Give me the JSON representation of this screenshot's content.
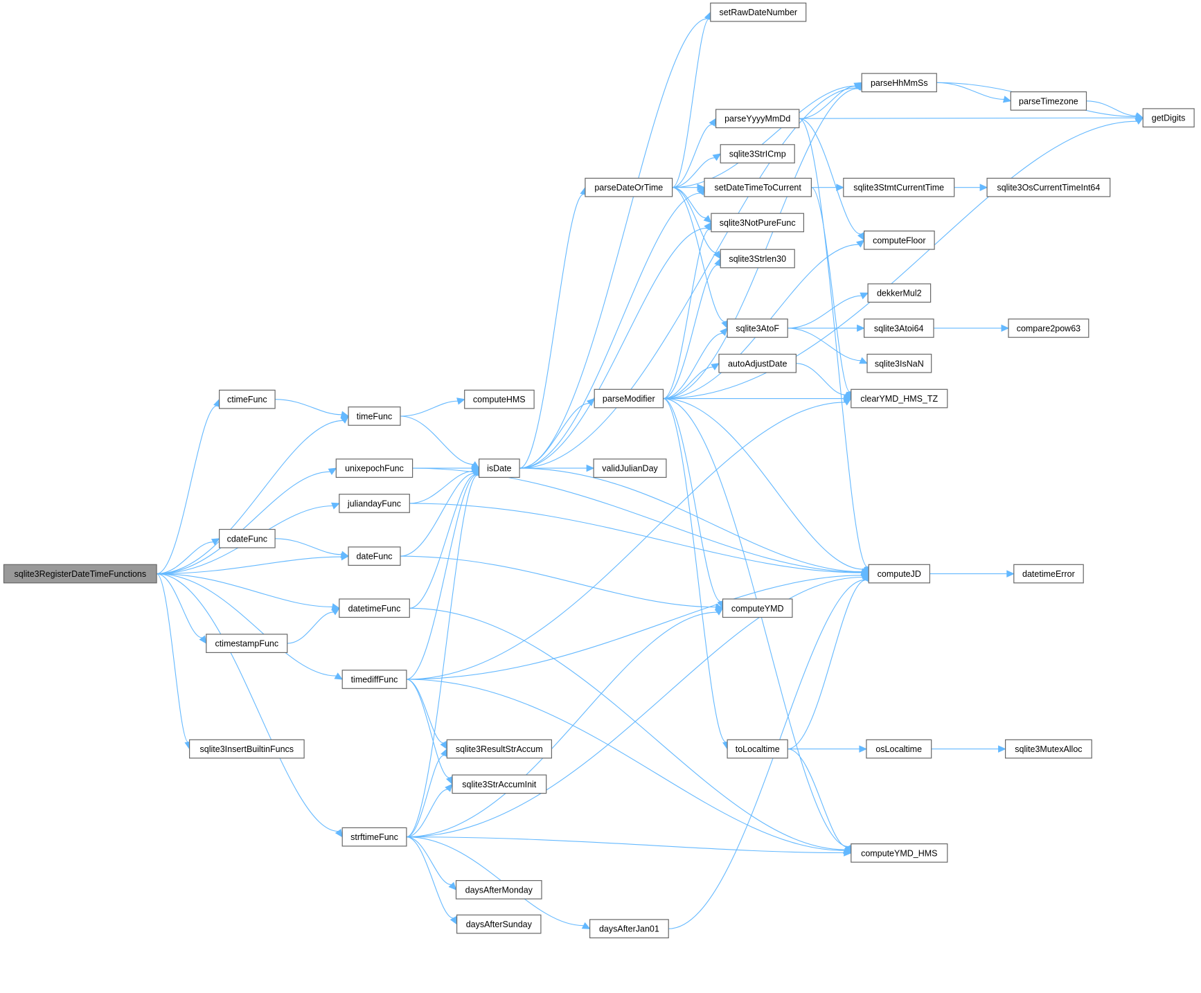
{
  "diagram": {
    "root": "sqlite3RegisterDateTimeFunctions",
    "nodes": [
      {
        "id": "sqlite3RegisterDateTimeFunctions",
        "label": "sqlite3RegisterDateTimeFunctions"
      },
      {
        "id": "ctimeFunc",
        "label": "ctimeFunc"
      },
      {
        "id": "timeFunc",
        "label": "timeFunc"
      },
      {
        "id": "computeHMS",
        "label": "computeHMS"
      },
      {
        "id": "unixepochFunc",
        "label": "unixepochFunc"
      },
      {
        "id": "juliandayFunc",
        "label": "juliandayFunc"
      },
      {
        "id": "cdateFunc",
        "label": "cdateFunc"
      },
      {
        "id": "dateFunc",
        "label": "dateFunc"
      },
      {
        "id": "datetimeFunc",
        "label": "datetimeFunc"
      },
      {
        "id": "ctimestampFunc",
        "label": "ctimestampFunc"
      },
      {
        "id": "timediffFunc",
        "label": "timediffFunc"
      },
      {
        "id": "sqlite3InsertBuiltinFuncs",
        "label": "sqlite3InsertBuiltinFuncs"
      },
      {
        "id": "strftimeFunc",
        "label": "strftimeFunc"
      },
      {
        "id": "isDate",
        "label": "isDate"
      },
      {
        "id": "validJulianDay",
        "label": "validJulianDay"
      },
      {
        "id": "sqlite3ResultStrAccum",
        "label": "sqlite3ResultStrAccum"
      },
      {
        "id": "sqlite3StrAccumInit",
        "label": "sqlite3StrAccumInit"
      },
      {
        "id": "daysAfterMonday",
        "label": "daysAfterMonday"
      },
      {
        "id": "daysAfterSunday",
        "label": "daysAfterSunday"
      },
      {
        "id": "daysAfterJan01",
        "label": "daysAfterJan01"
      },
      {
        "id": "parseDateOrTime",
        "label": "parseDateOrTime"
      },
      {
        "id": "parseModifier",
        "label": "parseModifier"
      },
      {
        "id": "setRawDateNumber",
        "label": "setRawDateNumber"
      },
      {
        "id": "parseYyyyMmDd",
        "label": "parseYyyyMmDd"
      },
      {
        "id": "sqlite3StrICmp",
        "label": "sqlite3StrICmp"
      },
      {
        "id": "setDateTimeToCurrent",
        "label": "setDateTimeToCurrent"
      },
      {
        "id": "sqlite3NotPureFunc",
        "label": "sqlite3NotPureFunc"
      },
      {
        "id": "sqlite3Strlen30",
        "label": "sqlite3Strlen30"
      },
      {
        "id": "sqlite3AtoF",
        "label": "sqlite3AtoF"
      },
      {
        "id": "autoAdjustDate",
        "label": "autoAdjustDate"
      },
      {
        "id": "computeYMD",
        "label": "computeYMD"
      },
      {
        "id": "toLocaltime",
        "label": "toLocaltime"
      },
      {
        "id": "parseHhMmSs",
        "label": "parseHhMmSs"
      },
      {
        "id": "parseTimezone",
        "label": "parseTimezone"
      },
      {
        "id": "getDigits",
        "label": "getDigits"
      },
      {
        "id": "sqlite3StmtCurrentTime",
        "label": "sqlite3StmtCurrentTime"
      },
      {
        "id": "sqlite3OsCurrentTimeInt64",
        "label": "sqlite3OsCurrentTimeInt64"
      },
      {
        "id": "computeFloor",
        "label": "computeFloor"
      },
      {
        "id": "dekkerMul2",
        "label": "dekkerMul2"
      },
      {
        "id": "sqlite3Atoi64",
        "label": "sqlite3Atoi64"
      },
      {
        "id": "compare2pow63",
        "label": "compare2pow63"
      },
      {
        "id": "sqlite3IsNaN",
        "label": "sqlite3IsNaN"
      },
      {
        "id": "clearYMD_HMS_TZ",
        "label": "clearYMD_HMS_TZ"
      },
      {
        "id": "computeJD",
        "label": "computeJD"
      },
      {
        "id": "datetimeError",
        "label": "datetimeError"
      },
      {
        "id": "osLocaltime",
        "label": "osLocaltime"
      },
      {
        "id": "sqlite3MutexAlloc",
        "label": "sqlite3MutexAlloc"
      },
      {
        "id": "computeYMD_HMS",
        "label": "computeYMD_HMS"
      }
    ],
    "edges": [
      [
        "sqlite3RegisterDateTimeFunctions",
        "ctimeFunc"
      ],
      [
        "sqlite3RegisterDateTimeFunctions",
        "timeFunc"
      ],
      [
        "sqlite3RegisterDateTimeFunctions",
        "unixepochFunc"
      ],
      [
        "sqlite3RegisterDateTimeFunctions",
        "juliandayFunc"
      ],
      [
        "sqlite3RegisterDateTimeFunctions",
        "cdateFunc"
      ],
      [
        "sqlite3RegisterDateTimeFunctions",
        "dateFunc"
      ],
      [
        "sqlite3RegisterDateTimeFunctions",
        "datetimeFunc"
      ],
      [
        "sqlite3RegisterDateTimeFunctions",
        "ctimestampFunc"
      ],
      [
        "sqlite3RegisterDateTimeFunctions",
        "timediffFunc"
      ],
      [
        "sqlite3RegisterDateTimeFunctions",
        "sqlite3InsertBuiltinFuncs"
      ],
      [
        "sqlite3RegisterDateTimeFunctions",
        "strftimeFunc"
      ],
      [
        "ctimeFunc",
        "timeFunc"
      ],
      [
        "timeFunc",
        "computeHMS"
      ],
      [
        "timeFunc",
        "isDate"
      ],
      [
        "unixepochFunc",
        "isDate"
      ],
      [
        "unixepochFunc",
        "computeJD"
      ],
      [
        "juliandayFunc",
        "isDate"
      ],
      [
        "juliandayFunc",
        "computeJD"
      ],
      [
        "cdateFunc",
        "dateFunc"
      ],
      [
        "dateFunc",
        "isDate"
      ],
      [
        "dateFunc",
        "computeYMD"
      ],
      [
        "ctimestampFunc",
        "datetimeFunc"
      ],
      [
        "datetimeFunc",
        "isDate"
      ],
      [
        "datetimeFunc",
        "computeYMD_HMS"
      ],
      [
        "timediffFunc",
        "isDate"
      ],
      [
        "timediffFunc",
        "clearYMD_HMS_TZ"
      ],
      [
        "timediffFunc",
        "computeJD"
      ],
      [
        "timediffFunc",
        "computeYMD_HMS"
      ],
      [
        "timediffFunc",
        "sqlite3ResultStrAccum"
      ],
      [
        "timediffFunc",
        "sqlite3StrAccumInit"
      ],
      [
        "strftimeFunc",
        "isDate"
      ],
      [
        "strftimeFunc",
        "sqlite3ResultStrAccum"
      ],
      [
        "strftimeFunc",
        "sqlite3StrAccumInit"
      ],
      [
        "strftimeFunc",
        "daysAfterMonday"
      ],
      [
        "strftimeFunc",
        "daysAfterSunday"
      ],
      [
        "strftimeFunc",
        "daysAfterJan01"
      ],
      [
        "strftimeFunc",
        "computeYMD"
      ],
      [
        "strftimeFunc",
        "computeJD"
      ],
      [
        "strftimeFunc",
        "computeYMD_HMS"
      ],
      [
        "isDate",
        "validJulianDay"
      ],
      [
        "isDate",
        "parseModifier"
      ],
      [
        "isDate",
        "parseDateOrTime"
      ],
      [
        "isDate",
        "computeJD"
      ],
      [
        "isDate",
        "setRawDateNumber"
      ],
      [
        "isDate",
        "setDateTimeToCurrent"
      ],
      [
        "isDate",
        "sqlite3NotPureFunc"
      ],
      [
        "isDate",
        "parseHhMmSs"
      ],
      [
        "daysAfterJan01",
        "computeJD"
      ],
      [
        "parseDateOrTime",
        "setRawDateNumber"
      ],
      [
        "parseDateOrTime",
        "parseYyyyMmDd"
      ],
      [
        "parseDateOrTime",
        "sqlite3StrICmp"
      ],
      [
        "parseDateOrTime",
        "setDateTimeToCurrent"
      ],
      [
        "parseDateOrTime",
        "sqlite3NotPureFunc"
      ],
      [
        "parseDateOrTime",
        "sqlite3Strlen30"
      ],
      [
        "parseDateOrTime",
        "sqlite3AtoF"
      ],
      [
        "parseDateOrTime",
        "parseHhMmSs"
      ],
      [
        "parseModifier",
        "sqlite3NotPureFunc"
      ],
      [
        "parseModifier",
        "sqlite3Strlen30"
      ],
      [
        "parseModifier",
        "sqlite3AtoF"
      ],
      [
        "parseModifier",
        "autoAdjustDate"
      ],
      [
        "parseModifier",
        "clearYMD_HMS_TZ"
      ],
      [
        "parseModifier",
        "computeFloor"
      ],
      [
        "parseModifier",
        "computeJD"
      ],
      [
        "parseModifier",
        "computeYMD"
      ],
      [
        "parseModifier",
        "toLocaltime"
      ],
      [
        "parseModifier",
        "computeYMD_HMS"
      ],
      [
        "parseModifier",
        "parseHhMmSs"
      ],
      [
        "parseModifier",
        "getDigits"
      ],
      [
        "parseYyyyMmDd",
        "parseHhMmSs"
      ],
      [
        "parseYyyyMmDd",
        "getDigits"
      ],
      [
        "parseYyyyMmDd",
        "computeFloor"
      ],
      [
        "parseYyyyMmDd",
        "computeJD"
      ],
      [
        "parseHhMmSs",
        "parseTimezone"
      ],
      [
        "parseHhMmSs",
        "getDigits"
      ],
      [
        "parseTimezone",
        "getDigits"
      ],
      [
        "setDateTimeToCurrent",
        "sqlite3StmtCurrentTime"
      ],
      [
        "setDateTimeToCurrent",
        "clearYMD_HMS_TZ"
      ],
      [
        "sqlite3StmtCurrentTime",
        "sqlite3OsCurrentTimeInt64"
      ],
      [
        "sqlite3AtoF",
        "dekkerMul2"
      ],
      [
        "sqlite3AtoF",
        "sqlite3Atoi64"
      ],
      [
        "sqlite3AtoF",
        "sqlite3IsNaN"
      ],
      [
        "sqlite3Atoi64",
        "compare2pow63"
      ],
      [
        "autoAdjustDate",
        "clearYMD_HMS_TZ"
      ],
      [
        "computeJD",
        "datetimeError"
      ],
      [
        "toLocaltime",
        "osLocaltime"
      ],
      [
        "toLocaltime",
        "computeJD"
      ],
      [
        "toLocaltime",
        "computeYMD_HMS"
      ],
      [
        "osLocaltime",
        "sqlite3MutexAlloc"
      ]
    ]
  }
}
